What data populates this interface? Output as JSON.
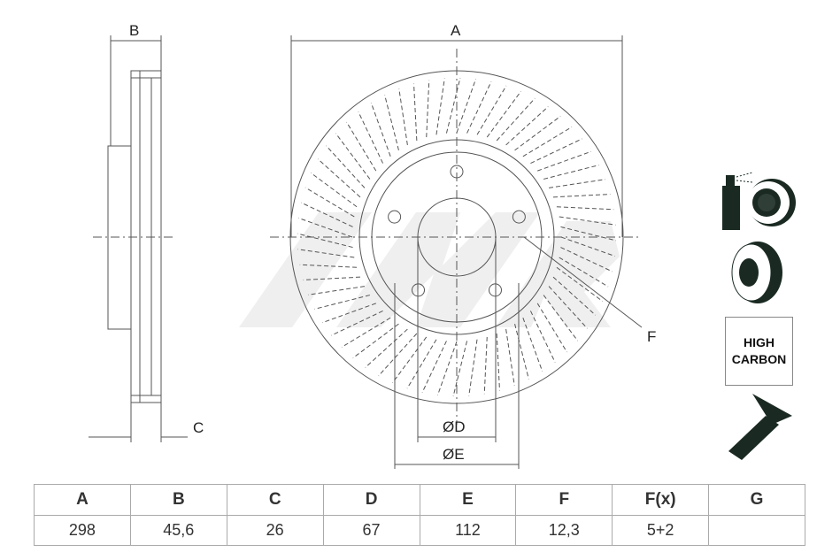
{
  "dimension_labels": {
    "a": "A",
    "b": "B",
    "c": "C",
    "d": "ØD",
    "e": "ØE",
    "f": "F"
  },
  "badge": {
    "line1": "HIGH",
    "line2": "CARBON"
  },
  "icons": [
    "spray-coating-icon",
    "vented-disc-icon",
    "high-carbon-badge",
    "screw-icon"
  ],
  "table": {
    "headers": [
      "A",
      "B",
      "C",
      "D",
      "E",
      "F",
      "F(x)",
      "G"
    ],
    "values": [
      "298",
      "45,6",
      "26",
      "67",
      "112",
      "12,3",
      "5+2",
      ""
    ]
  },
  "colors": {
    "line": "#555555",
    "icon": "#1a2a22",
    "watermark": "#eeeeee"
  }
}
